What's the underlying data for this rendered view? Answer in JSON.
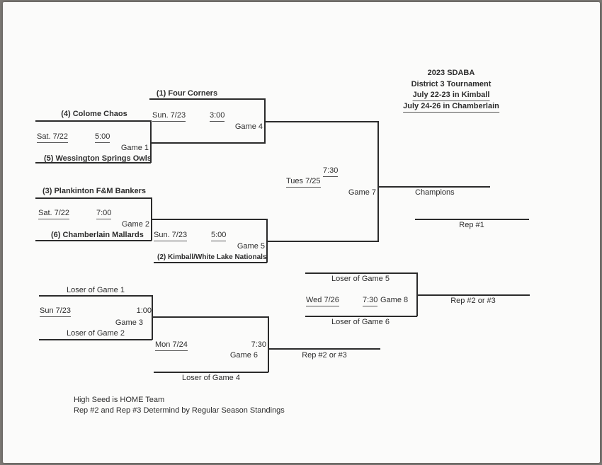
{
  "header": {
    "line1": "2023 SDABA",
    "line2": "District 3 Tournament",
    "line3": "July 22-23 in Kimball",
    "line4": "July 24-26 in Chamberlain"
  },
  "teams": {
    "t1": "(1) Four Corners",
    "t2": "(2) Kimball/White Lake Nationals",
    "t3": "(3) Plankinton F&M Bankers",
    "t4": "(4) Colome Chaos",
    "t5": "(5) Wessington Springs Owls",
    "t6": "(6) Chamberlain Mallards"
  },
  "games": {
    "game1": {
      "label": "Game 1",
      "date": "Sat. 7/22",
      "time": "5:00"
    },
    "game2": {
      "label": "Game 2",
      "date": "Sat. 7/22",
      "time": "7:00"
    },
    "game3": {
      "label": "Game 3",
      "date": "Sun 7/23",
      "time": "1:00"
    },
    "game4": {
      "label": "Game 4",
      "date": "Sun. 7/23",
      "time": "3:00"
    },
    "game5": {
      "label": "Game 5",
      "date": "Sun. 7/23",
      "time": "5:00"
    },
    "game6": {
      "label": "Game 6",
      "date": "Mon 7/24",
      "time": "7:30"
    },
    "game7": {
      "label": "Game 7",
      "date": "Tues 7/25",
      "time": "7:30"
    },
    "game8": {
      "label": "Game 8",
      "date": "Wed 7/26",
      "time": "7:30"
    }
  },
  "losers": {
    "g1": "Loser of Game 1",
    "g2": "Loser of Game 2",
    "g4": "Loser of Game 4",
    "g5": "Loser of Game 5",
    "g6": "Loser of Game 6"
  },
  "results": {
    "champions": "Champions",
    "rep1": "Rep #1",
    "rep23_game8": "Rep #2 or #3",
    "rep23_game6": "Rep #2 or #3"
  },
  "notes": {
    "line1": "High Seed is HOME Team",
    "line2": "Rep #2 and Rep #3 Determind by Regular Season Standings"
  }
}
